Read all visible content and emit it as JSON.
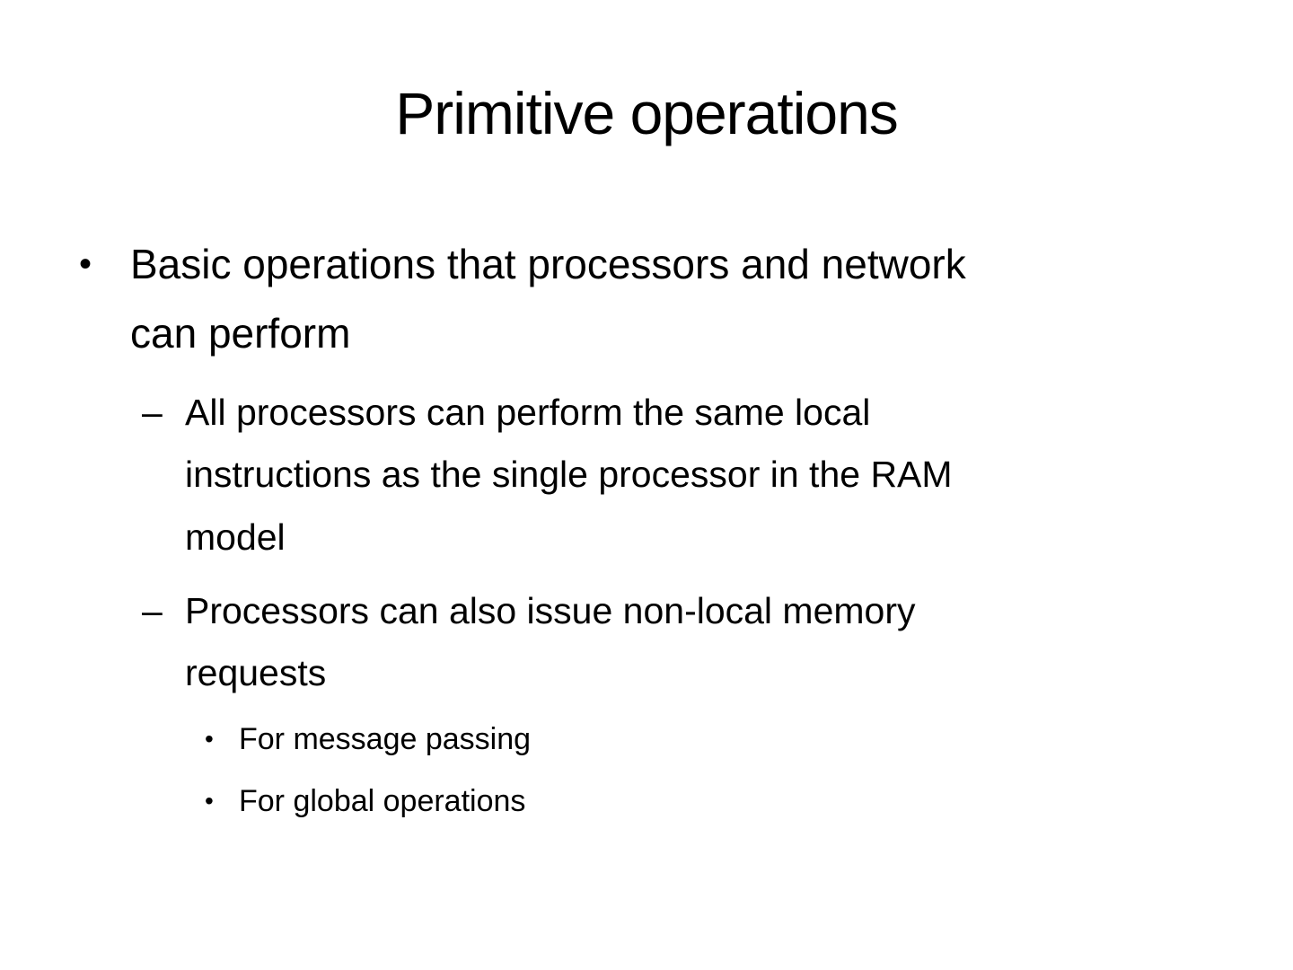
{
  "slide": {
    "title": "Primitive operations"
  },
  "markers": {
    "level1": "•",
    "level2": "–",
    "level3": "•"
  },
  "content": {
    "items": [
      {
        "level": 1,
        "lines": [
          "Basic operations that processors and network",
          "can perform"
        ]
      },
      {
        "level": 2,
        "lines": [
          "All processors can perform the same local",
          "instructions as the single processor in the RAM",
          "model"
        ]
      },
      {
        "level": 2,
        "lines": [
          "Processors can also issue non-local memory",
          "requests"
        ]
      },
      {
        "level": 3,
        "lines": [
          "For message passing"
        ]
      },
      {
        "level": 3,
        "lines": [
          "For global operations"
        ]
      }
    ]
  }
}
